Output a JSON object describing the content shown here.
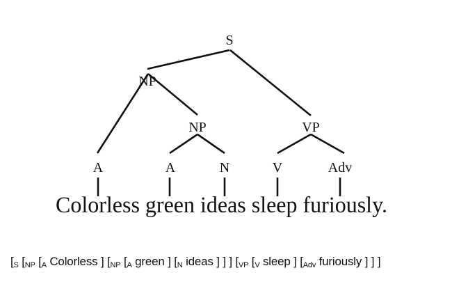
{
  "tree": {
    "nodes": {
      "s": "S",
      "np1": "NP",
      "np2": "NP",
      "vp": "VP",
      "a1": "A",
      "a2": "A",
      "n": "N",
      "v": "V",
      "adv": "Adv"
    },
    "sentence": "Colorless green ideas sleep furiously."
  },
  "bracketed": {
    "items": [
      {
        "type": "open",
        "label": "S"
      },
      {
        "type": "open",
        "label": "NP"
      },
      {
        "type": "open",
        "label": "A"
      },
      {
        "type": "word",
        "text": "Colorless"
      },
      {
        "type": "close"
      },
      {
        "type": "open",
        "label": "NP"
      },
      {
        "type": "open",
        "label": "A"
      },
      {
        "type": "word",
        "text": "green"
      },
      {
        "type": "close"
      },
      {
        "type": "open",
        "label": "N"
      },
      {
        "type": "word",
        "text": "ideas"
      },
      {
        "type": "close"
      },
      {
        "type": "close"
      },
      {
        "type": "close"
      },
      {
        "type": "open",
        "label": "VP"
      },
      {
        "type": "open",
        "label": "V"
      },
      {
        "type": "word",
        "text": "sleep"
      },
      {
        "type": "close"
      },
      {
        "type": "open",
        "label": "Adv"
      },
      {
        "type": "word",
        "text": "furiously"
      },
      {
        "type": "close"
      },
      {
        "type": "close"
      },
      {
        "type": "close"
      }
    ]
  }
}
